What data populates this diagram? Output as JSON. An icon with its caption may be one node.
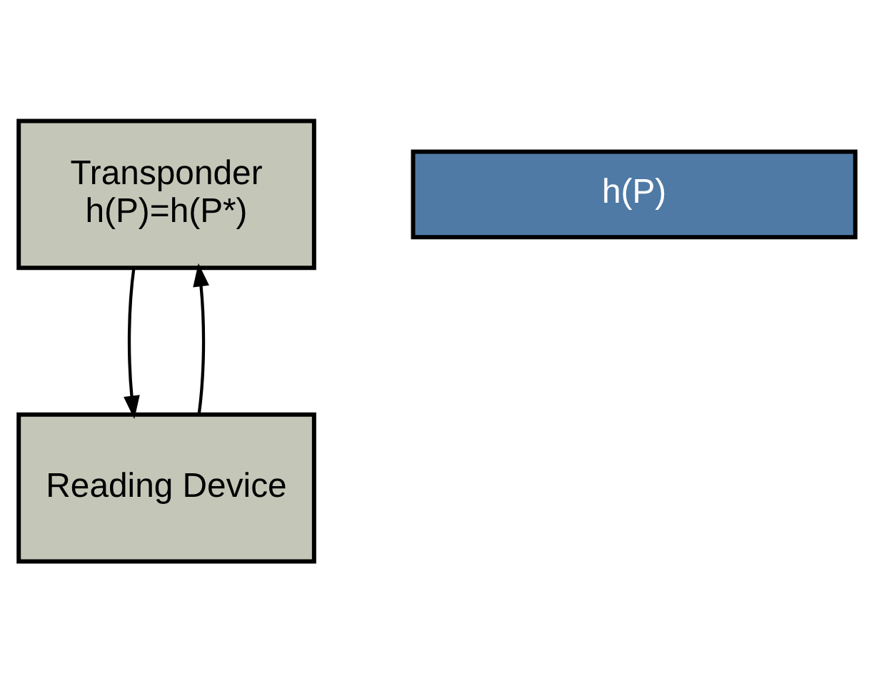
{
  "diagram": {
    "nodes": [
      {
        "text": [
          "Transponder",
          "h(P)=h(P*)"
        ]
      },
      {
        "text": [
          "h(P)"
        ]
      },
      {
        "text": [
          "Reading Device"
        ]
      }
    ],
    "edges": [
      {
        "from": 0,
        "to": 2,
        "arrow": "to"
      },
      {
        "from": 2,
        "to": 0,
        "arrow": "to"
      }
    ]
  }
}
